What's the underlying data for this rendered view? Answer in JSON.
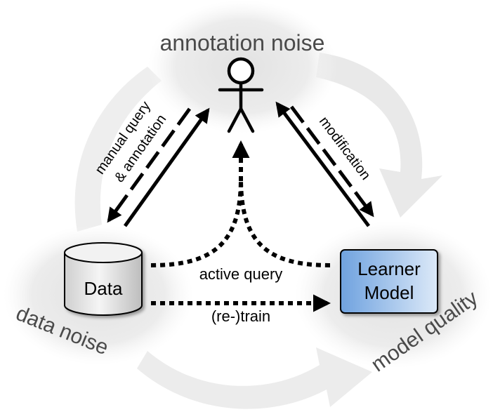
{
  "nodes": {
    "data": {
      "label": "Data"
    },
    "model": {
      "line1": "Learner",
      "line2": "Model"
    },
    "annotator": {
      "icon": "stick-figure-icon"
    }
  },
  "noise": {
    "annotation": "annotation noise",
    "data": "data noise",
    "model": "model quality"
  },
  "edges": {
    "manual_line1": "manual query",
    "manual_line2": "& annotation",
    "modification": "modification",
    "active_query": "active query",
    "retrain": "(re-)train"
  },
  "colors": {
    "model_fill_light": "#dce9f8",
    "model_fill_dark": "#6fa2df",
    "cycle_gray": "#e6e6e6",
    "noise_text": "#4a4a4a"
  }
}
